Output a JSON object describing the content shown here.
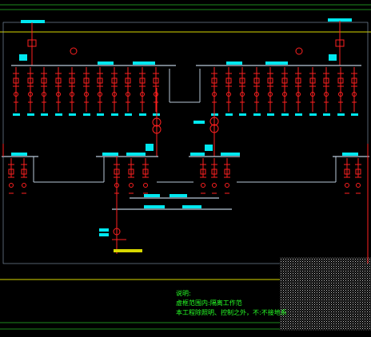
{
  "notes": {
    "title": "说明:",
    "line1": "虚框范围内:隔离工作范",
    "line2": "本工程除照明、控制之外，不:不接地系"
  },
  "colors": {
    "background": "#000000",
    "symbol": "#ff2020",
    "bus": "#b8c8d8",
    "label": "#00e8f0",
    "note_text": "#26ff26",
    "border_yellow": "#d8d800",
    "border_green": "#1e8a1e",
    "title_block": "#cfcfcf"
  }
}
